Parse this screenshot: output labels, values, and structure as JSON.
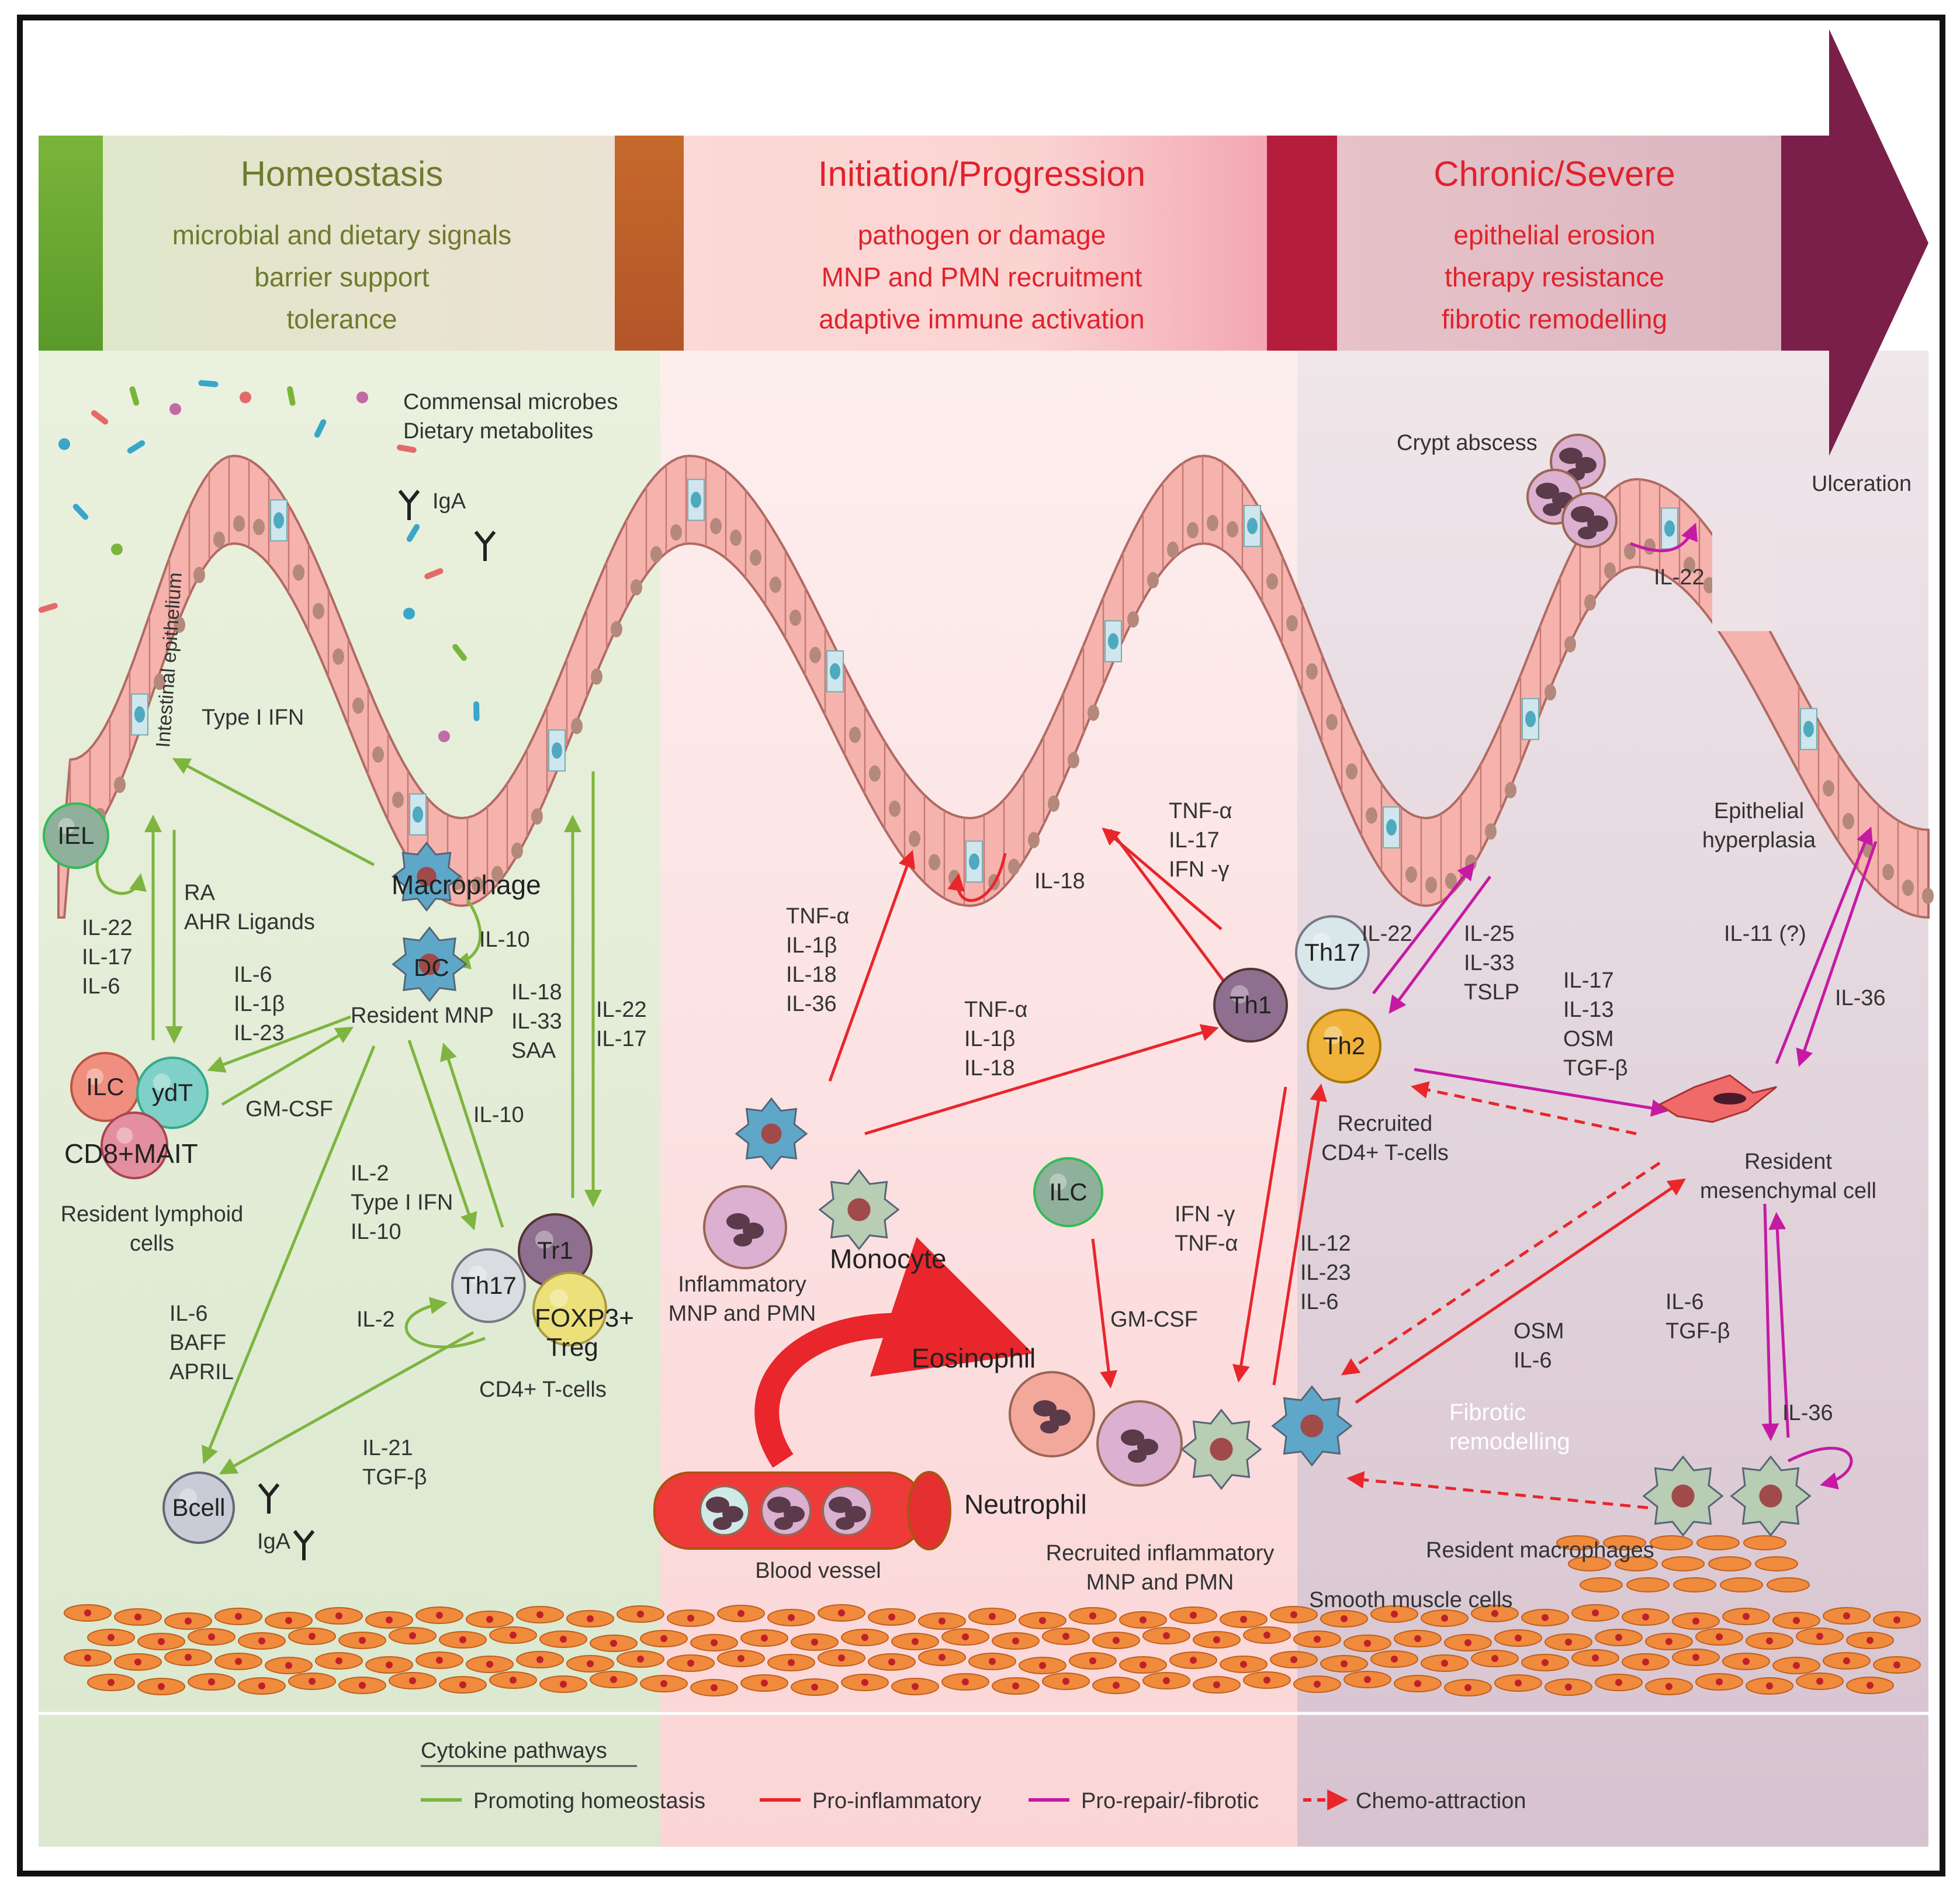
{
  "stages": [
    {
      "title": "Homeostasis",
      "lines": [
        "microbial and dietary signals",
        "barrier support",
        "tolerance"
      ],
      "color": "#6e7a2e"
    },
    {
      "title": "Initiation/Progression",
      "lines": [
        "pathogen or damage",
        "MNP and PMN recruitment",
        "adaptive immune activation"
      ],
      "color": "#e0222b"
    },
    {
      "title": "Chronic/Severe",
      "lines": [
        "epithelial erosion",
        "therapy resistance",
        "fibrotic remodelling"
      ],
      "color": "#e0222b"
    }
  ],
  "labels": {
    "commensal": "Commensal microbes",
    "dietary": "Dietary metabolites",
    "iga_top": "IgA",
    "intestinal_epithelium": "Intestinal epithelium",
    "type1ifn_top": "Type I IFN",
    "iel": "IEL",
    "il22_17_6": [
      "IL-22",
      "IL-17",
      "IL-6"
    ],
    "ra_ahr": [
      "RA",
      "AHR Ligands"
    ],
    "il6_1b_23": [
      "IL-6",
      "IL-1β",
      "IL-23"
    ],
    "gmcsf_left": "GM-CSF",
    "ilc_left": "ILC",
    "ydt": "ydT",
    "cd8mait": "CD8+MAIT",
    "resident_lymphoid": [
      "Resident lymphoid",
      "cells"
    ],
    "macrophage": "Macrophage",
    "dc": "DC",
    "il10_a": "IL-10",
    "resident_mnp": "Resident MNP",
    "il18_33_saa": [
      "IL-18",
      "IL-33",
      "SAA"
    ],
    "il22_17_right": [
      "IL-22",
      "IL-17"
    ],
    "il10_b": "IL-10",
    "il2_t1ifn_10": [
      "IL-2",
      "Type I IFN",
      "IL-10"
    ],
    "th17_left": "Th17",
    "tr1": "Tr1",
    "foxp3": [
      "FOXP3+",
      "Treg"
    ],
    "il2": "IL-2",
    "cd4_tcells": "CD4+ T-cells",
    "il6_baff_april": [
      "IL-6",
      "BAFF",
      "APRIL"
    ],
    "il21_tgfb": [
      "IL-21",
      "TGF-β"
    ],
    "bcell": "Bcell",
    "iga_bottom": "IgA",
    "tnf_1b_18_36": [
      "TNF-α",
      "IL-1β",
      "IL-18",
      "IL-36"
    ],
    "il18_loop": "IL-18",
    "tnf_17_ifng": [
      "TNF-α",
      "IL-17",
      "IFN -γ"
    ],
    "tnf_1b_18_mid": [
      "TNF-α",
      "IL-1β",
      "IL-18"
    ],
    "th1": "Th1",
    "inflammatory_mnp": [
      "Inflammatory",
      "MNP and PMN"
    ],
    "monocyte": "Monocyte",
    "ilc_mid": "ILC",
    "gmcsf_mid": "GM-CSF",
    "eosinophil": "Eosinophil",
    "neutrophil": "Neutrophil",
    "blood_vessel": "Blood vessel",
    "recruited_inflammatory": [
      "Recruited inflammatory",
      "MNP and PMN"
    ],
    "ifng_tnf": [
      "IFN -γ",
      "TNF-α"
    ],
    "il12_23_6": [
      "IL-12",
      "IL-23",
      "IL-6"
    ],
    "crypt_abscess": "Crypt abscess",
    "ulceration": "Ulceration",
    "il22_crypt": "IL-22",
    "il22_th17": "IL-22",
    "th17_right": "Th17",
    "th2": "Th2",
    "il25_33_tslp": [
      "IL-25",
      "IL-33",
      "TSLP"
    ],
    "recruited_cd4": [
      "Recruited",
      "CD4+ T-cells"
    ],
    "il17_13_osm_tgfb": [
      "IL-17",
      "IL-13",
      "OSM",
      "TGF-β"
    ],
    "epithelial_hyperplasia": [
      "Epithelial",
      "hyperplasia"
    ],
    "il11": "IL-11 (?)",
    "il36_right": "IL-36",
    "resident_mesenchymal": [
      "Resident",
      "mesenchymal cell"
    ],
    "osm_il6": [
      "OSM",
      "IL-6"
    ],
    "il6_tgfb": [
      "IL-6",
      "TGF-β"
    ],
    "il36_loop": "IL-36",
    "fibrotic_remodelling": [
      "Fibrotic",
      "remodelling"
    ],
    "resident_macrophages": "Resident macrophages",
    "smooth_muscle": "Smooth muscle cells"
  },
  "legend": {
    "title": "Cytokine pathways",
    "items": [
      {
        "label": "Promoting homeostasis",
        "color": "#7db53f",
        "dashed": false
      },
      {
        "label": "Pro-inflammatory",
        "color": "#e8262b",
        "dashed": false
      },
      {
        "label": "Pro-repair/-fibrotic",
        "color": "#c51aa4",
        "dashed": false
      },
      {
        "label": "Chemo-attraction",
        "color": "#e8262b",
        "dashed": true
      }
    ]
  },
  "colors": {
    "homeostasis": "#7db53f",
    "inflammatory": "#e8262b",
    "fibrotic": "#c51aa4",
    "arrow_head": "#7a1f4a"
  }
}
